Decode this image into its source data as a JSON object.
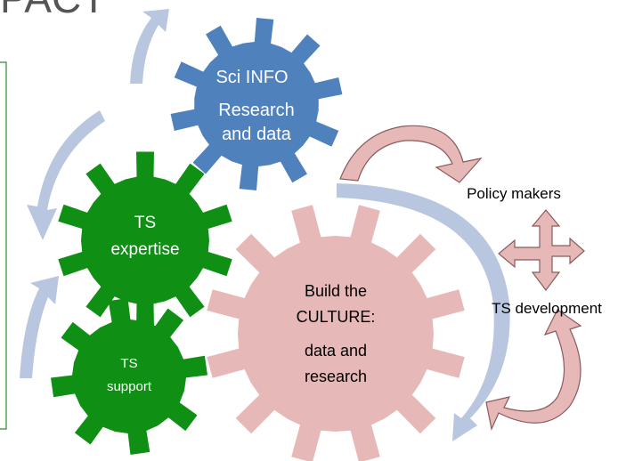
{
  "slide": {
    "title_fragment": "PACT"
  },
  "gears": {
    "sci_info": {
      "line1": "Sci INFO",
      "line2": "Research",
      "line3": "and data",
      "color": "#4f81bd"
    },
    "ts_expertise": {
      "line1": "TS",
      "line2": "expertise",
      "color": "#0f9014"
    },
    "ts_support": {
      "line1": "TS",
      "line2": "support",
      "color": "#0f9014"
    },
    "culture": {
      "line1": "Build the",
      "line2": "CULTURE:",
      "line3": "data and",
      "line4": "research",
      "color": "#e6b9b8"
    }
  },
  "labels": {
    "policy_makers": "Policy makers",
    "ts_development": "TS development"
  },
  "colors": {
    "cycle_arrow": "#b8c7df",
    "pink_arrow": "#e6b9b8",
    "pink_arrow_stroke": "#8c5a5a",
    "frame": "#2e8b2e"
  }
}
